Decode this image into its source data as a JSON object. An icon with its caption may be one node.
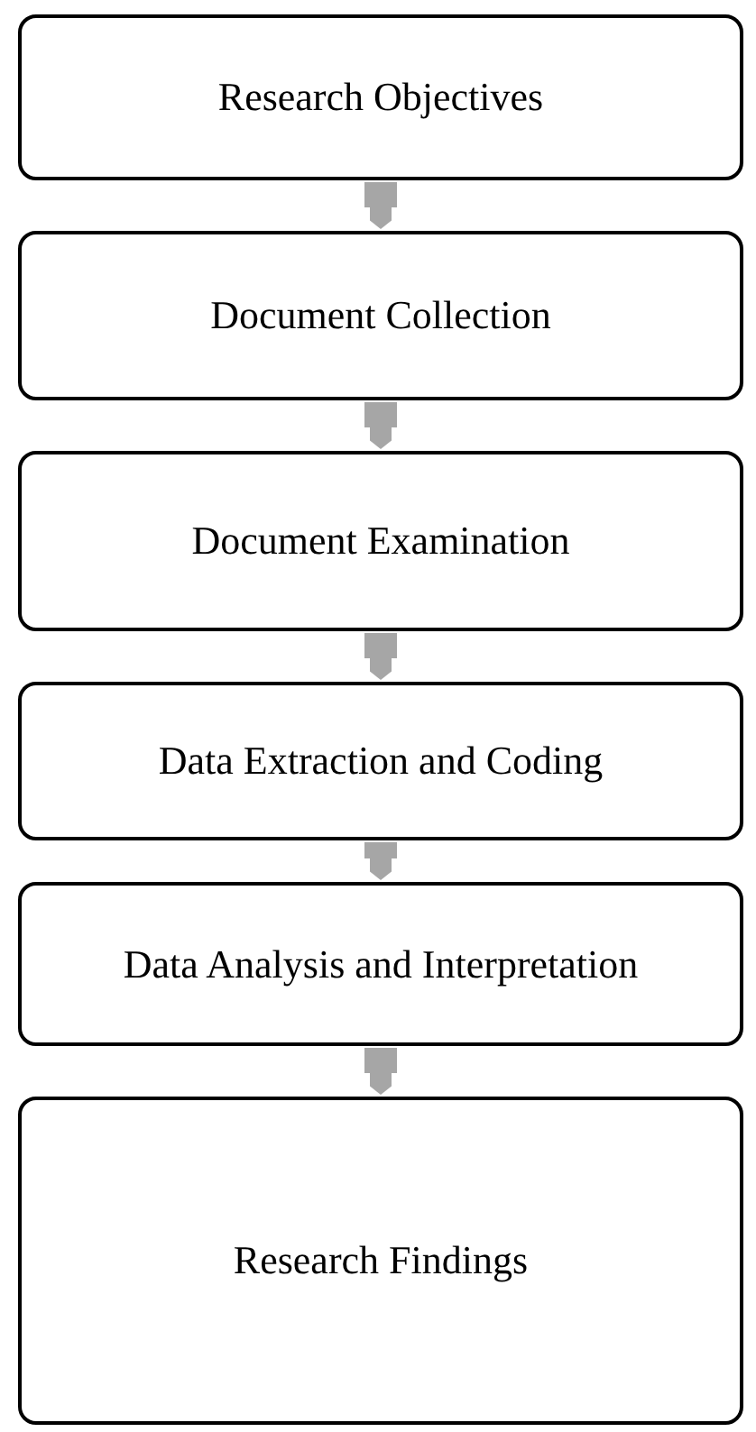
{
  "diagram": {
    "nodes": [
      {
        "text": [
          "Research Objectives"
        ]
      },
      {
        "text": [
          "Document Collection"
        ]
      },
      {
        "text": [
          "Document Examination"
        ]
      },
      {
        "text": [
          "Data Extraction and Coding"
        ]
      },
      {
        "text": [
          "Data Analysis and Interpretation"
        ]
      },
      {
        "text": [
          "Research Findings"
        ]
      }
    ],
    "edges": [
      {
        "from": 0,
        "to": 1,
        "arrow": "to"
      },
      {
        "from": 1,
        "to": 2,
        "arrow": "to"
      },
      {
        "from": 2,
        "to": 3,
        "arrow": "to"
      },
      {
        "from": 3,
        "to": 4,
        "arrow": "to"
      },
      {
        "from": 4,
        "to": 5,
        "arrow": "to"
      }
    ]
  }
}
